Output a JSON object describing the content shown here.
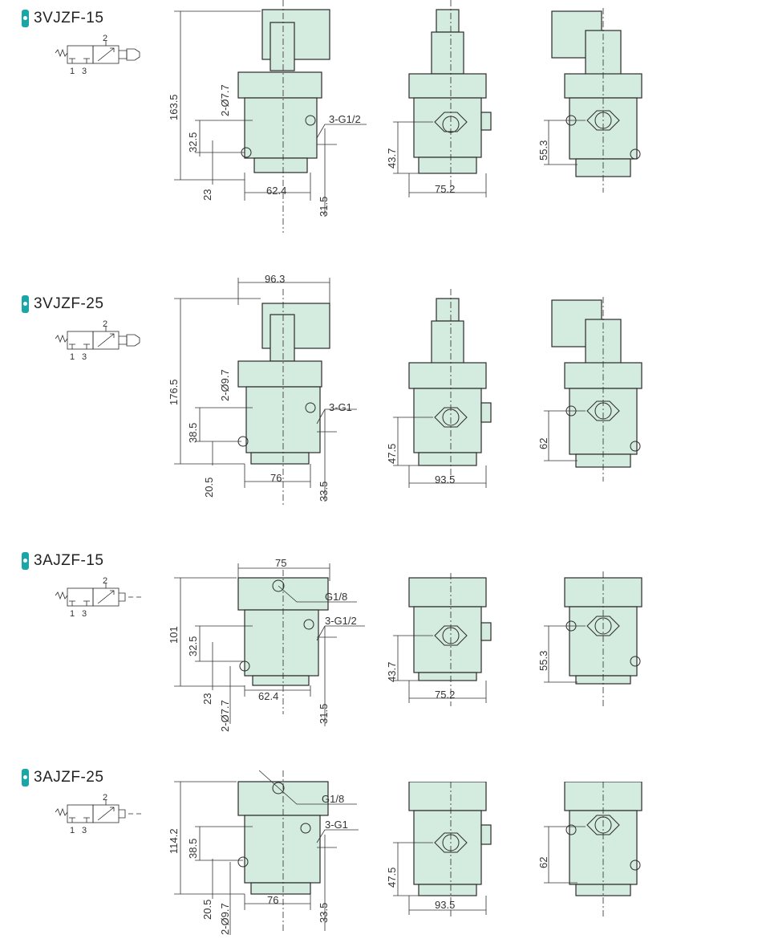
{
  "rows": [
    {
      "model": "3VJZF-15",
      "symbol": {
        "port_top": "2",
        "port_left": "1",
        "port_right": "3",
        "actuator": "solenoid"
      },
      "front": {
        "height": "163.5",
        "boss": "2-Ø7.7",
        "port_pitch": "32.5",
        "offset_bottom": "23",
        "width": "62.4",
        "offset_right": "31.5",
        "port_label": "3-G1/2",
        "pilot_label": ""
      },
      "side": {
        "height": "43.7",
        "width": "75.2"
      },
      "rear": {
        "height": "55.3"
      }
    },
    {
      "model": "3VJZF-25",
      "symbol": {
        "port_top": "2",
        "port_left": "1",
        "port_right": "3",
        "actuator": "solenoid"
      },
      "front": {
        "top_width": "96.3",
        "height": "176.5",
        "boss": "2-Ø9.7",
        "port_pitch": "38.5",
        "offset_bottom": "20.5",
        "width": "76",
        "offset_right": "33.5",
        "port_label": "3-G1",
        "pilot_label": ""
      },
      "side": {
        "height": "47.5",
        "width": "93.5"
      },
      "rear": {
        "height": "62"
      }
    },
    {
      "model": "3AJZF-15",
      "symbol": {
        "port_top": "2",
        "port_left": "1",
        "port_right": "3",
        "actuator": "pilot"
      },
      "front": {
        "top_width": "75",
        "height": "101",
        "boss": "2-Ø7.7",
        "port_pitch": "32.5",
        "offset_bottom": "23",
        "width": "62.4",
        "offset_right": "31.5",
        "port_label": "3-G1/2",
        "pilot_label": "G1/8"
      },
      "side": {
        "height": "43.7",
        "width": "75.2"
      },
      "rear": {
        "height": "55.3"
      }
    },
    {
      "model": "3AJZF-25",
      "symbol": {
        "port_top": "2",
        "port_left": "1",
        "port_right": "3",
        "actuator": "pilot"
      },
      "front": {
        "height": "114.2",
        "boss": "2-Ø9.7",
        "port_pitch": "38.5",
        "offset_bottom": "20.5",
        "width": "76",
        "offset_right": "33.5",
        "port_label": "3-G1",
        "pilot_label": "G1/8"
      },
      "side": {
        "height": "47.5",
        "width": "93.5"
      },
      "rear": {
        "height": "62"
      }
    }
  ],
  "colors": {
    "accent": "#1aa6a6",
    "body_fill": "#d4ecdf",
    "line": "#2a2a2a"
  }
}
